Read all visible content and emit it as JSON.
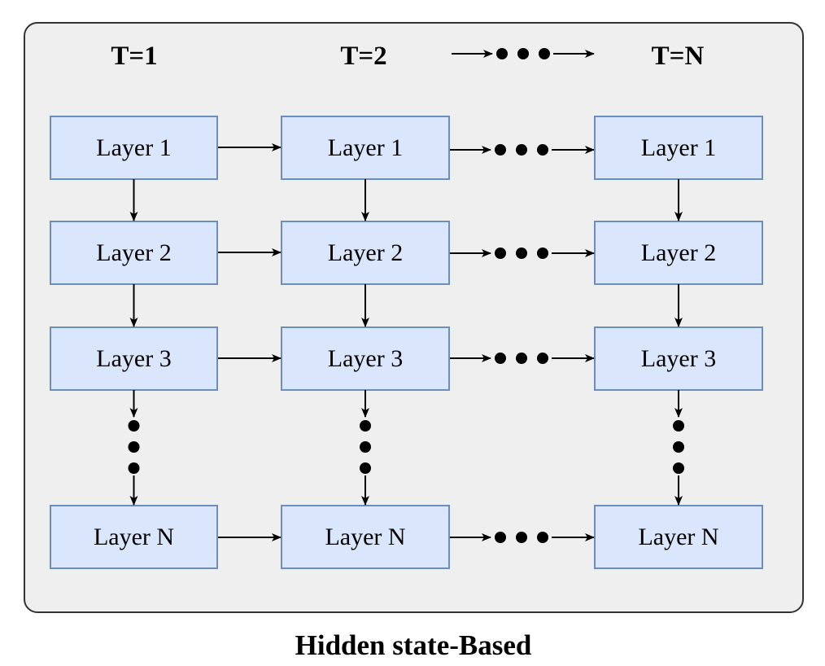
{
  "time_steps": [
    "T=1",
    "T=2",
    "T=N"
  ],
  "layers": [
    "Layer 1",
    "Layer 2",
    "Layer 3",
    "Layer N"
  ],
  "caption": "Hidden state-Based",
  "colors": {
    "panel_fill": "#efefef",
    "panel_stroke": "#333333",
    "box_fill": "#dae6fb",
    "box_stroke": "#6c8ebf"
  }
}
